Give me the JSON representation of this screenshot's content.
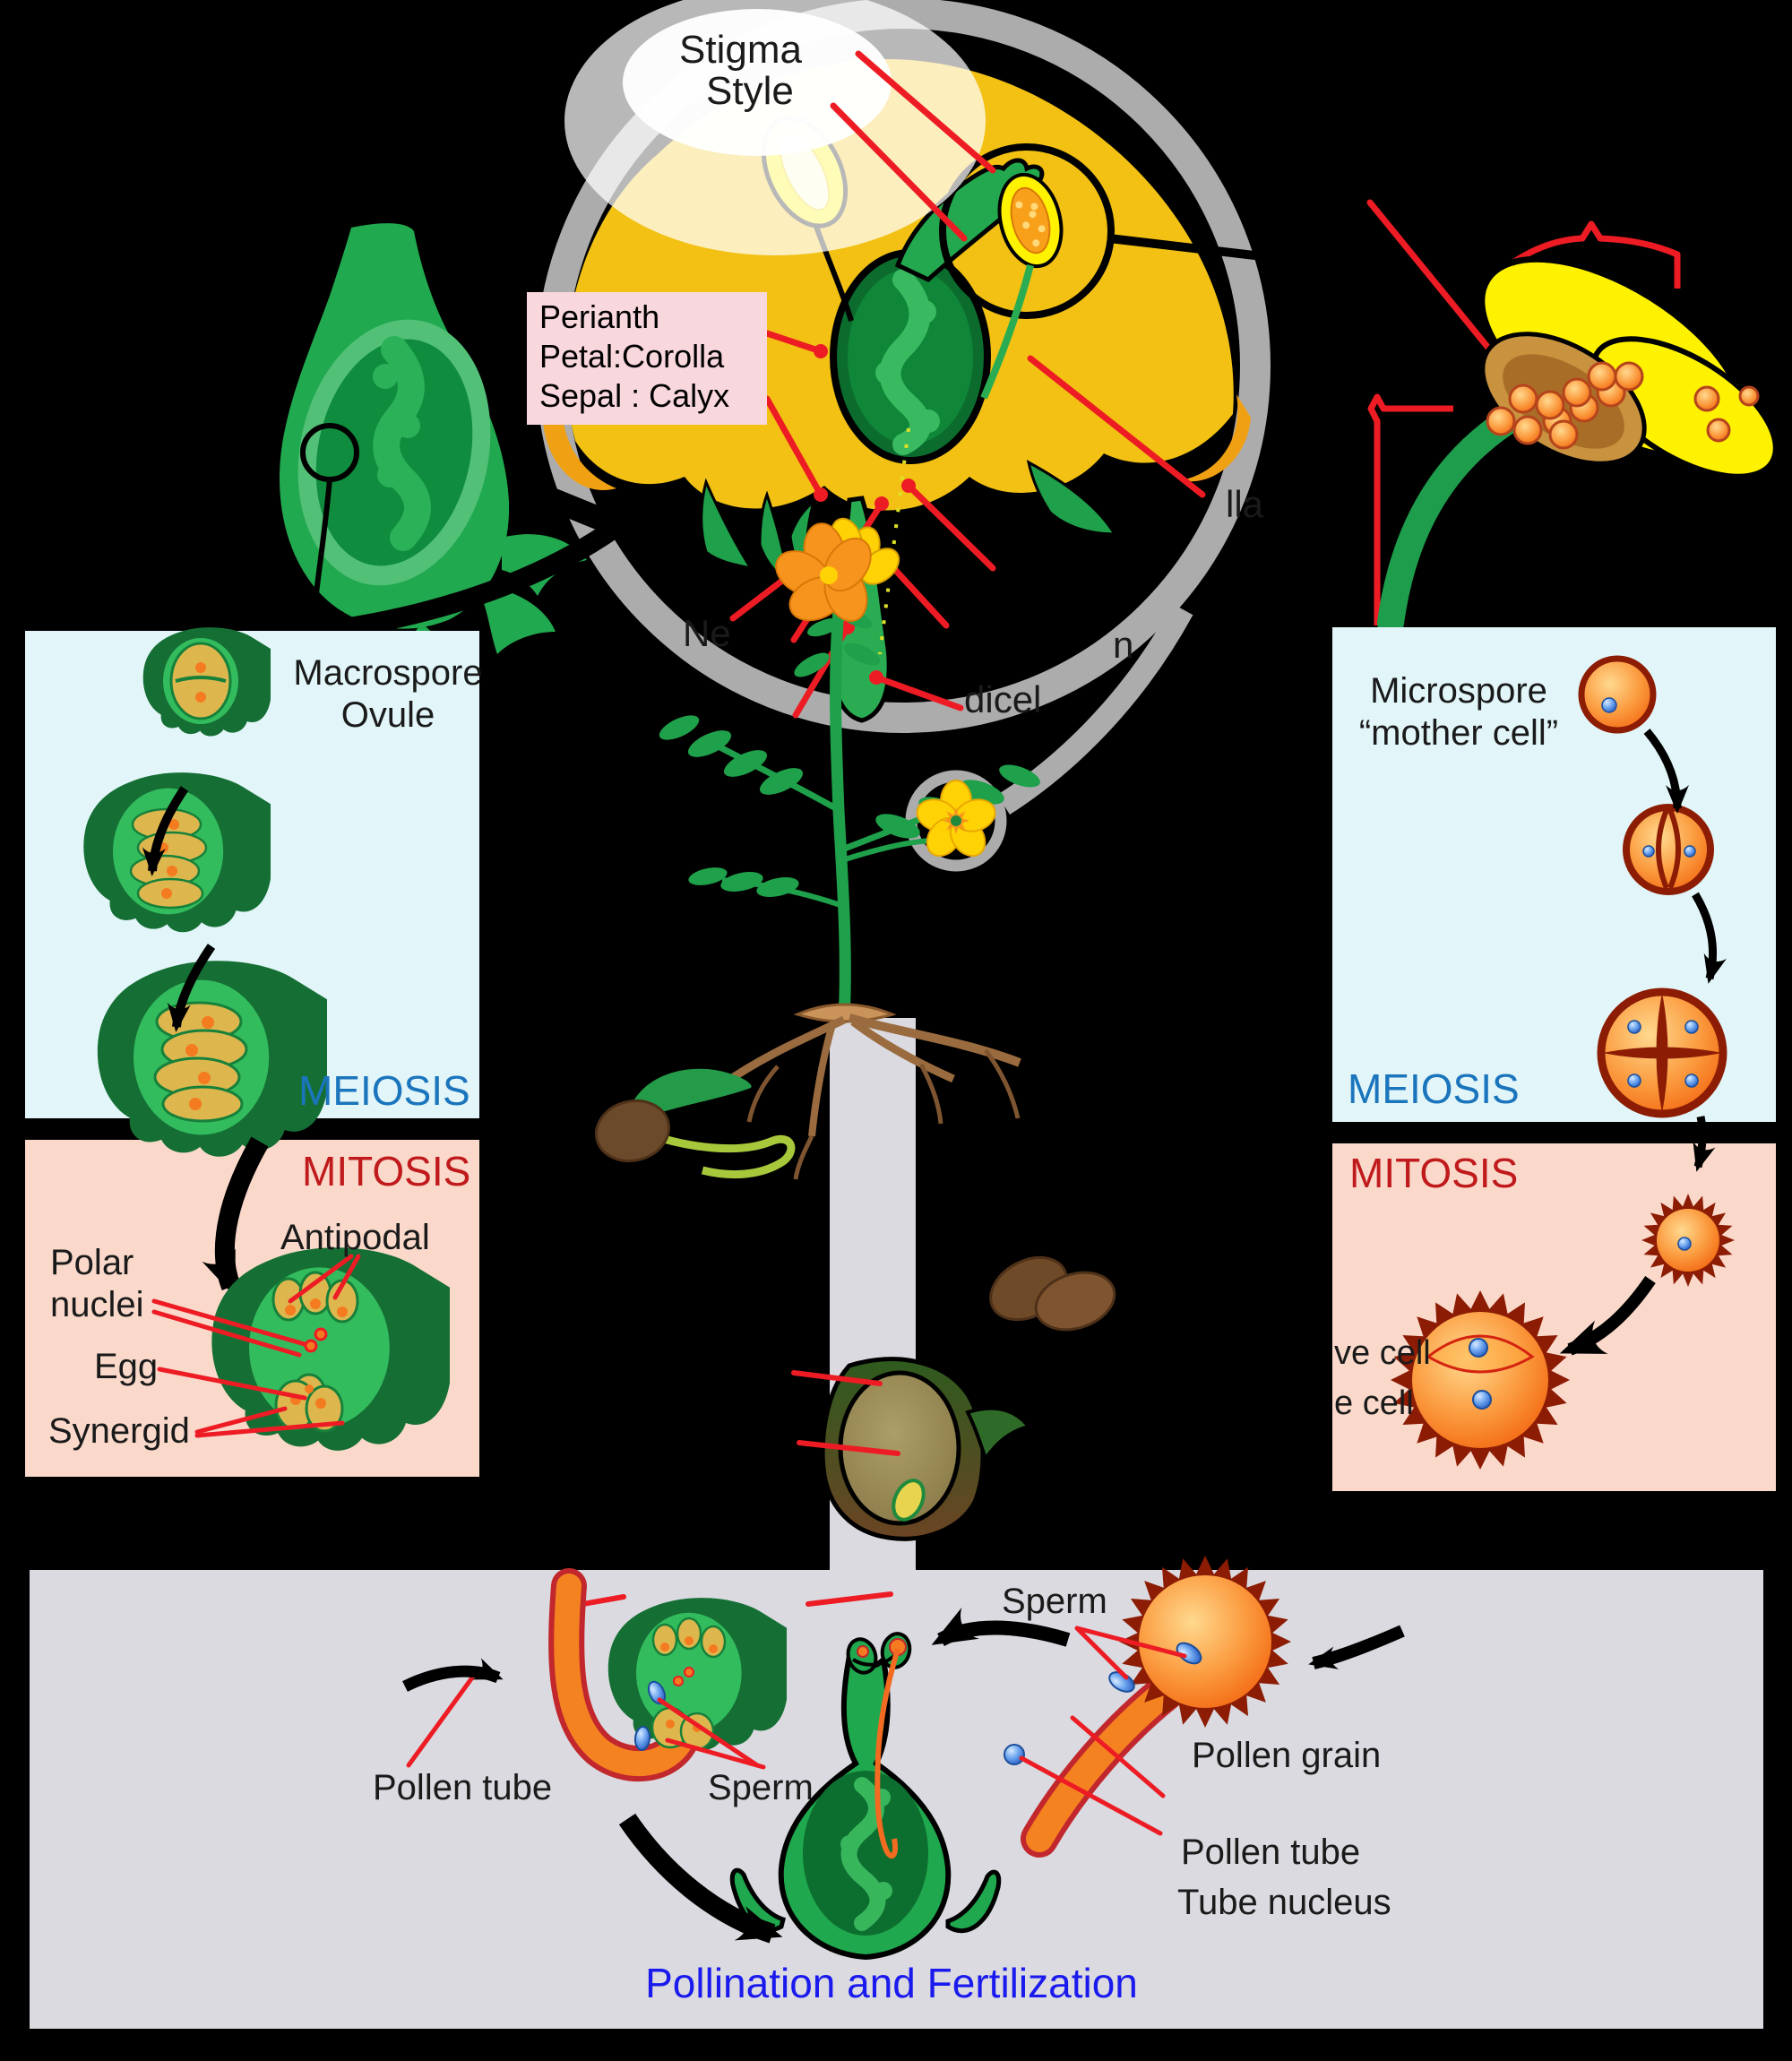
{
  "figure": "Angiosperm life cycle diagram",
  "colors": {
    "background": "#000000",
    "ring_gray": "#ACACAC",
    "petal_yellow": "#F2C113",
    "petal_orange": "#F0A013",
    "leaf_green": "#1FA04A",
    "dark_green": "#0C6E2F",
    "hand_green": "#156F34",
    "sac_green": "#33BC5E",
    "tan_cell": "#DDB74E",
    "panel_cyan": "#E2F6F9",
    "panel_pink": "#FAD9CB",
    "panel_gray": "#DADAE0",
    "label_box_pink": "#F8D7DD",
    "meiosis_blue": "#1B75BC",
    "mitosis_red": "#C01A1C",
    "caption_blue": "#1A1AEE",
    "leader_red": "#ED1C24",
    "pollen_orange": "#F58220",
    "pollen_rim": "#8C1C04",
    "nucleus_blue": "#3C7BE0",
    "seed_brown": "#6E4A28",
    "root_brown": "#9A6B3F"
  },
  "flower": {
    "stigma": "Stigma",
    "style": "Style",
    "perianth_line1": "Perianth",
    "perianth_line2": "Petal:Corolla",
    "perianth_line3": "Sepal : Calyx",
    "frag_nectary": "Ne",
    "frag_stamen": "n",
    "frag_pedicel": "dicel",
    "frag_corolla": "lla"
  },
  "left": {
    "macrospore": "Macrospore",
    "ovule": "Ovule",
    "meiosis": "MEIOSIS",
    "mitosis": "MITOSIS",
    "antipodal": "Antipodal",
    "polar1": "Polar",
    "polar2": "nuclei",
    "egg": "Egg",
    "synergid": "Synergid"
  },
  "right": {
    "microspore1": "Microspore",
    "microspore2": "“mother cell”",
    "meiosis": "MEIOSIS",
    "mitosis": "MITOSIS",
    "generative_partial": "ve cell",
    "tube_partial": "e cell"
  },
  "bottom": {
    "pollen_tube_left": "Pollen tube",
    "sperm_left": "Sperm",
    "sperm_right": "Sperm",
    "pollen_grain": "Pollen grain",
    "pollen_tube_right": "Pollen tube",
    "tube_nucleus": "Tube nucleus",
    "caption": "Pollination and Fertilization"
  }
}
